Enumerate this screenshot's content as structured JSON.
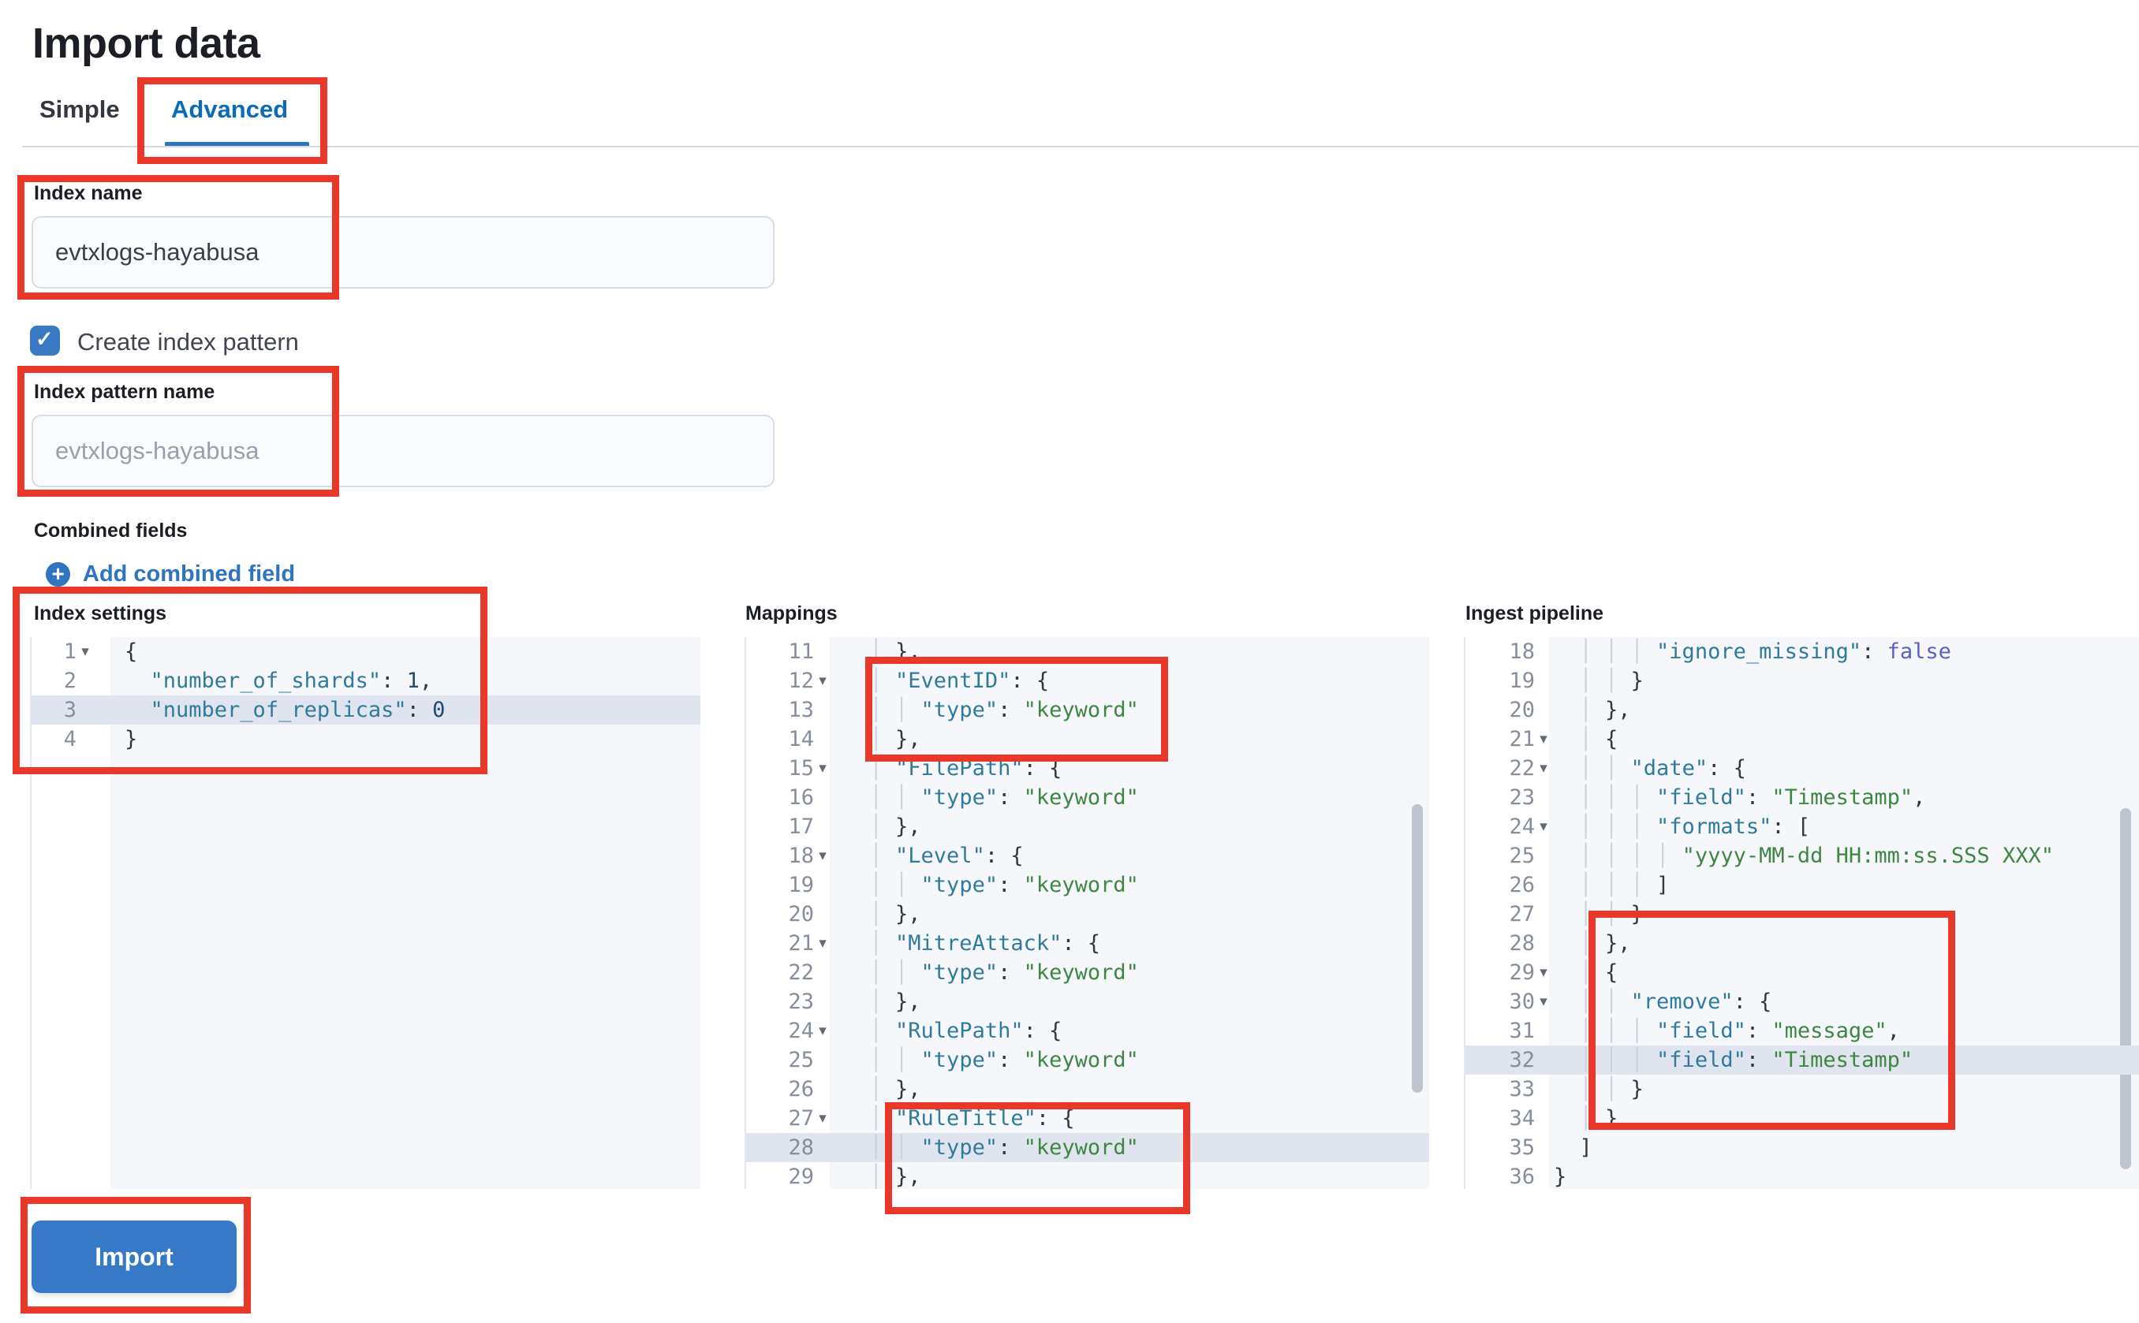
{
  "page": {
    "title": "Import data"
  },
  "tabs": [
    {
      "label": "Simple",
      "active": false
    },
    {
      "label": "Advanced",
      "active": true
    }
  ],
  "form": {
    "index_name": {
      "label": "Index name",
      "value": "evtxlogs-hayabusa"
    },
    "create_index_pattern": {
      "label": "Create index pattern",
      "checked": true
    },
    "index_pattern_name": {
      "label": "Index pattern name",
      "placeholder": "evtxlogs-hayabusa"
    },
    "combined_fields": {
      "label": "Combined fields",
      "add_link": "Add combined field"
    }
  },
  "colors": {
    "annotation_red": "#e9382a",
    "link_blue": "#2e74c0",
    "selected_tab_blue": "#0b6cb5",
    "button_blue": "#3579c7",
    "checkbox_blue": "#3878c5",
    "editor_background": "#f5f7fa",
    "active_line": "#dfe4ee",
    "syntax_key": "#2e7b9e",
    "syntax_string": "#3d8743",
    "syntax_number": "#1f4b72",
    "syntax_boolean": "#5d5fc7"
  },
  "import_button": {
    "label": "Import"
  },
  "editors": [
    {
      "id": "index_settings",
      "label": "Index settings",
      "lines": [
        {
          "n": 1,
          "f": 1,
          "ind": 0,
          "segs": [
            [
              "p",
              "{"
            ]
          ]
        },
        {
          "n": 2,
          "ind": 2,
          "segs": [
            [
              "k",
              "\"number_of_shards\""
            ],
            [
              "p",
              ": "
            ],
            [
              "num",
              "1"
            ],
            [
              "p",
              ","
            ]
          ]
        },
        {
          "n": 3,
          "ind": 2,
          "a": 1,
          "segs": [
            [
              "k",
              "\"number_of_replicas\""
            ],
            [
              "p",
              ": "
            ],
            [
              "num",
              "0"
            ]
          ]
        },
        {
          "n": 4,
          "ind": 0,
          "segs": [
            [
              "p",
              "}"
            ]
          ]
        }
      ]
    },
    {
      "id": "mappings",
      "label": "Mappings",
      "lines": [
        {
          "n": 11,
          "ind": 4,
          "segs": [
            [
              "p",
              "},"
            ]
          ]
        },
        {
          "n": 12,
          "f": 1,
          "ind": 4,
          "segs": [
            [
              "k",
              "\"EventID\""
            ],
            [
              "p",
              ": {"
            ]
          ]
        },
        {
          "n": 13,
          "ind": 6,
          "segs": [
            [
              "k",
              "\"type\""
            ],
            [
              "p",
              ": "
            ],
            [
              "s",
              "\"keyword\""
            ]
          ]
        },
        {
          "n": 14,
          "ind": 4,
          "segs": [
            [
              "p",
              "},"
            ]
          ]
        },
        {
          "n": 15,
          "f": 1,
          "ind": 4,
          "segs": [
            [
              "k",
              "\"FilePath\""
            ],
            [
              "p",
              ": {"
            ]
          ]
        },
        {
          "n": 16,
          "ind": 6,
          "segs": [
            [
              "k",
              "\"type\""
            ],
            [
              "p",
              ": "
            ],
            [
              "s",
              "\"keyword\""
            ]
          ]
        },
        {
          "n": 17,
          "ind": 4,
          "segs": [
            [
              "p",
              "},"
            ]
          ]
        },
        {
          "n": 18,
          "f": 1,
          "ind": 4,
          "segs": [
            [
              "k",
              "\"Level\""
            ],
            [
              "p",
              ": {"
            ]
          ]
        },
        {
          "n": 19,
          "ind": 6,
          "segs": [
            [
              "k",
              "\"type\""
            ],
            [
              "p",
              ": "
            ],
            [
              "s",
              "\"keyword\""
            ]
          ]
        },
        {
          "n": 20,
          "ind": 4,
          "segs": [
            [
              "p",
              "},"
            ]
          ]
        },
        {
          "n": 21,
          "f": 1,
          "ind": 4,
          "segs": [
            [
              "k",
              "\"MitreAttack\""
            ],
            [
              "p",
              ": {"
            ]
          ]
        },
        {
          "n": 22,
          "ind": 6,
          "segs": [
            [
              "k",
              "\"type\""
            ],
            [
              "p",
              ": "
            ],
            [
              "s",
              "\"keyword\""
            ]
          ]
        },
        {
          "n": 23,
          "ind": 4,
          "segs": [
            [
              "p",
              "},"
            ]
          ]
        },
        {
          "n": 24,
          "f": 1,
          "ind": 4,
          "segs": [
            [
              "k",
              "\"RulePath\""
            ],
            [
              "p",
              ": {"
            ]
          ]
        },
        {
          "n": 25,
          "ind": 6,
          "segs": [
            [
              "k",
              "\"type\""
            ],
            [
              "p",
              ": "
            ],
            [
              "s",
              "\"keyword\""
            ]
          ]
        },
        {
          "n": 26,
          "ind": 4,
          "segs": [
            [
              "p",
              "},"
            ]
          ]
        },
        {
          "n": 27,
          "f": 1,
          "ind": 4,
          "segs": [
            [
              "k",
              "\"RuleTitle\""
            ],
            [
              "p",
              ": {"
            ]
          ]
        },
        {
          "n": 28,
          "ind": 6,
          "a": 1,
          "segs": [
            [
              "k",
              "\"type\""
            ],
            [
              "p",
              ": "
            ],
            [
              "s",
              "\"keyword\""
            ]
          ]
        },
        {
          "n": 29,
          "ind": 4,
          "segs": [
            [
              "p",
              "},"
            ]
          ]
        }
      ]
    },
    {
      "id": "ingest_pipeline",
      "label": "Ingest pipeline",
      "lines": [
        {
          "n": 18,
          "ind": 8,
          "segs": [
            [
              "k",
              "\"ignore_missing\""
            ],
            [
              "p",
              ": "
            ],
            [
              "b",
              "false"
            ]
          ]
        },
        {
          "n": 19,
          "ind": 6,
          "segs": [
            [
              "p",
              "}"
            ]
          ]
        },
        {
          "n": 20,
          "ind": 4,
          "segs": [
            [
              "p",
              "},"
            ]
          ]
        },
        {
          "n": 21,
          "f": 1,
          "ind": 4,
          "segs": [
            [
              "p",
              "{"
            ]
          ]
        },
        {
          "n": 22,
          "f": 1,
          "ind": 6,
          "segs": [
            [
              "k",
              "\"date\""
            ],
            [
              "p",
              ": {"
            ]
          ]
        },
        {
          "n": 23,
          "ind": 8,
          "segs": [
            [
              "k",
              "\"field\""
            ],
            [
              "p",
              ": "
            ],
            [
              "s",
              "\"Timestamp\""
            ],
            [
              "p",
              ","
            ]
          ]
        },
        {
          "n": 24,
          "f": 1,
          "ind": 8,
          "segs": [
            [
              "k",
              "\"formats\""
            ],
            [
              "p",
              ": ["
            ]
          ]
        },
        {
          "n": 25,
          "ind": 10,
          "segs": [
            [
              "s",
              "\"yyyy-MM-dd HH:mm:ss.SSS XXX\""
            ]
          ]
        },
        {
          "n": 26,
          "ind": 8,
          "segs": [
            [
              "p",
              "]"
            ]
          ]
        },
        {
          "n": 27,
          "ind": 6,
          "segs": [
            [
              "p",
              "}"
            ]
          ]
        },
        {
          "n": 28,
          "ind": 4,
          "segs": [
            [
              "p",
              "},"
            ]
          ]
        },
        {
          "n": 29,
          "f": 1,
          "ind": 4,
          "segs": [
            [
              "p",
              "{"
            ]
          ]
        },
        {
          "n": 30,
          "f": 1,
          "ind": 6,
          "segs": [
            [
              "k",
              "\"remove\""
            ],
            [
              "p",
              ": {"
            ]
          ]
        },
        {
          "n": 31,
          "ind": 8,
          "segs": [
            [
              "k",
              "\"field\""
            ],
            [
              "p",
              ": "
            ],
            [
              "s",
              "\"message\""
            ],
            [
              "p",
              ","
            ]
          ]
        },
        {
          "n": 32,
          "ind": 8,
          "a": 1,
          "segs": [
            [
              "k",
              "\"field\""
            ],
            [
              "p",
              ": "
            ],
            [
              "s",
              "\"Timestamp\""
            ]
          ]
        },
        {
          "n": 33,
          "ind": 6,
          "segs": [
            [
              "p",
              "}"
            ]
          ]
        },
        {
          "n": 34,
          "ind": 4,
          "segs": [
            [
              "p",
              "}"
            ]
          ]
        },
        {
          "n": 35,
          "ind": 2,
          "segs": [
            [
              "p",
              "]"
            ]
          ]
        },
        {
          "n": 36,
          "ind": 0,
          "segs": [
            [
              "p",
              "}"
            ]
          ]
        }
      ]
    }
  ]
}
